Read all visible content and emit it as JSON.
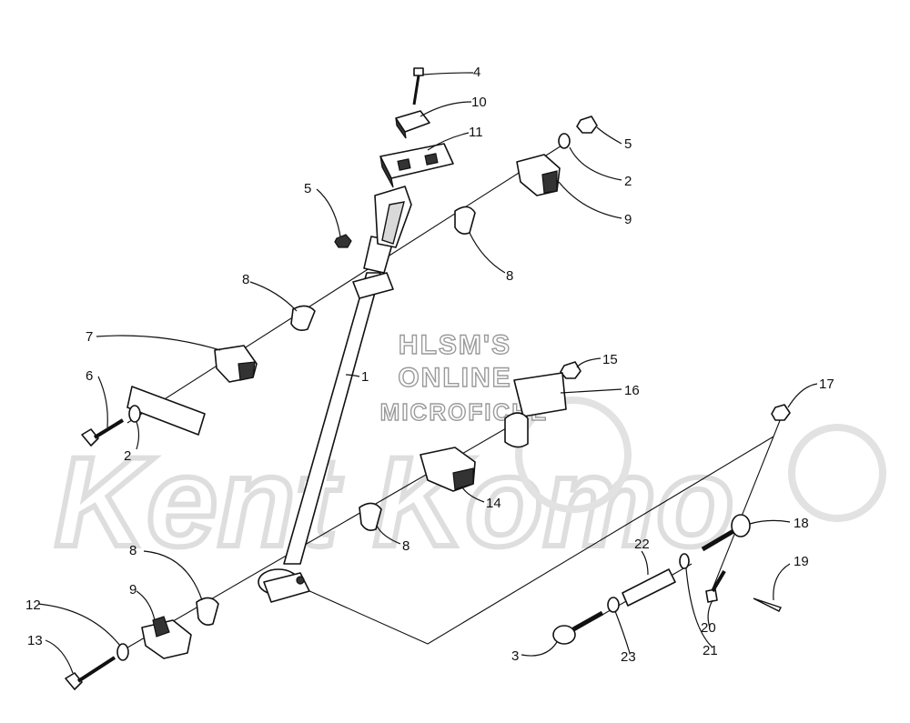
{
  "watermark": {
    "line1": "HLSM'S",
    "line2": "ONLINE",
    "line3": "MICROFICHE",
    "brand": "Kent Komo"
  },
  "callouts": [
    {
      "id": "c-4",
      "label": "4"
    },
    {
      "id": "c-10",
      "label": "10"
    },
    {
      "id": "c-11",
      "label": "11"
    },
    {
      "id": "c-5a",
      "label": "5"
    },
    {
      "id": "c-5b",
      "label": "5"
    },
    {
      "id": "c-2a",
      "label": "2"
    },
    {
      "id": "c-9a",
      "label": "9"
    },
    {
      "id": "c-8a",
      "label": "8"
    },
    {
      "id": "c-8b",
      "label": "8"
    },
    {
      "id": "c-7",
      "label": "7"
    },
    {
      "id": "c-1",
      "label": "1"
    },
    {
      "id": "c-6",
      "label": "6"
    },
    {
      "id": "c-2b",
      "label": "2"
    },
    {
      "id": "c-15",
      "label": "15"
    },
    {
      "id": "c-16",
      "label": "16"
    },
    {
      "id": "c-17",
      "label": "17"
    },
    {
      "id": "c-14",
      "label": "14"
    },
    {
      "id": "c-8c",
      "label": "8"
    },
    {
      "id": "c-18",
      "label": "18"
    },
    {
      "id": "c-22",
      "label": "22"
    },
    {
      "id": "c-19",
      "label": "19"
    },
    {
      "id": "c-8d",
      "label": "8"
    },
    {
      "id": "c-9b",
      "label": "9"
    },
    {
      "id": "c-12",
      "label": "12"
    },
    {
      "id": "c-13",
      "label": "13"
    },
    {
      "id": "c-20",
      "label": "20"
    },
    {
      "id": "c-21",
      "label": "21"
    },
    {
      "id": "c-3",
      "label": "3"
    },
    {
      "id": "c-23",
      "label": "23"
    }
  ]
}
